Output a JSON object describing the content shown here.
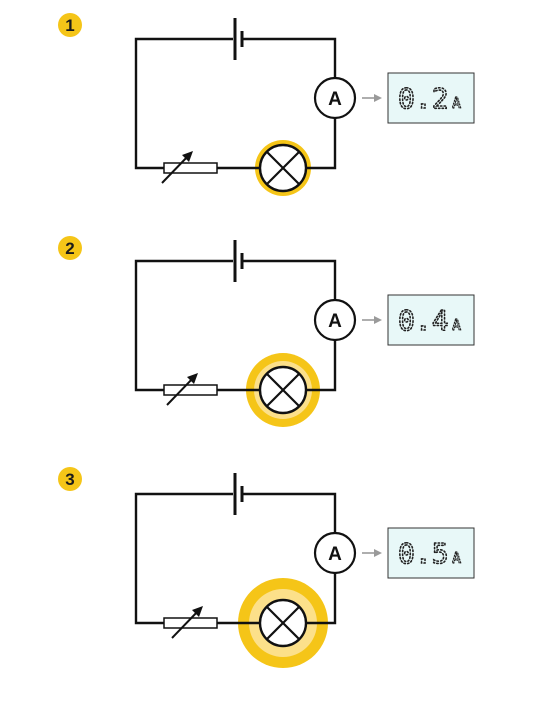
{
  "colors": {
    "badge": "#F5C518",
    "glow_outer": "#F5C518",
    "glow_inner": "#FCE08A",
    "lcd_bg": "#E8F8F8",
    "wire": "#111111",
    "arrow": "#9A9A9A"
  },
  "circuits": [
    {
      "label": "1",
      "meter_symbol": "A",
      "reading": "0.2",
      "unit": "A",
      "brightness": 1,
      "slider_position": 0.25
    },
    {
      "label": "2",
      "meter_symbol": "A",
      "reading": "0.4",
      "unit": "A",
      "brightness": 2,
      "slider_position": 0.5
    },
    {
      "label": "3",
      "meter_symbol": "A",
      "reading": "0.5",
      "unit": "A",
      "brightness": 3,
      "slider_position": 0.75
    }
  ]
}
